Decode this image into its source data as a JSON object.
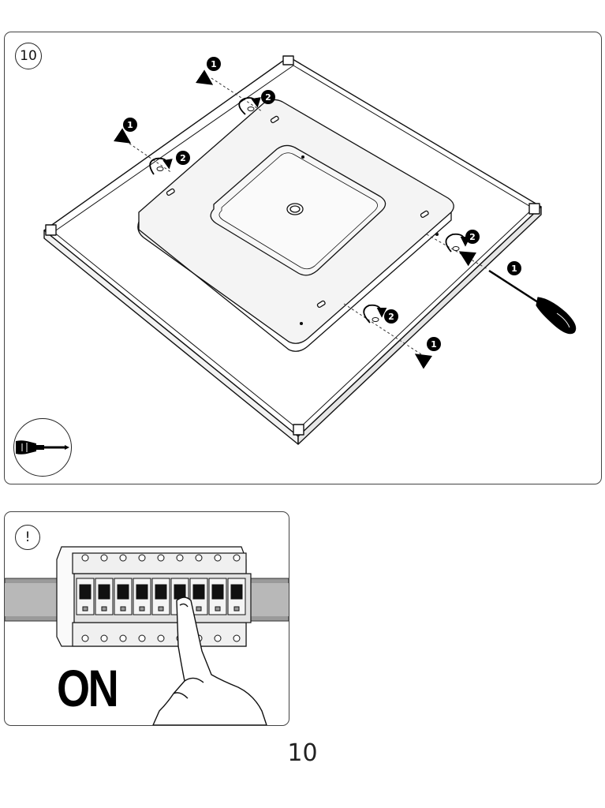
{
  "step": {
    "number": "10",
    "callouts": {
      "push": "1",
      "rotate": "2"
    }
  },
  "warning": {
    "badge": "!",
    "switch_state": "ON"
  },
  "page": {
    "number": "10"
  },
  "icons": {
    "tool": "screwdriver-icon"
  }
}
